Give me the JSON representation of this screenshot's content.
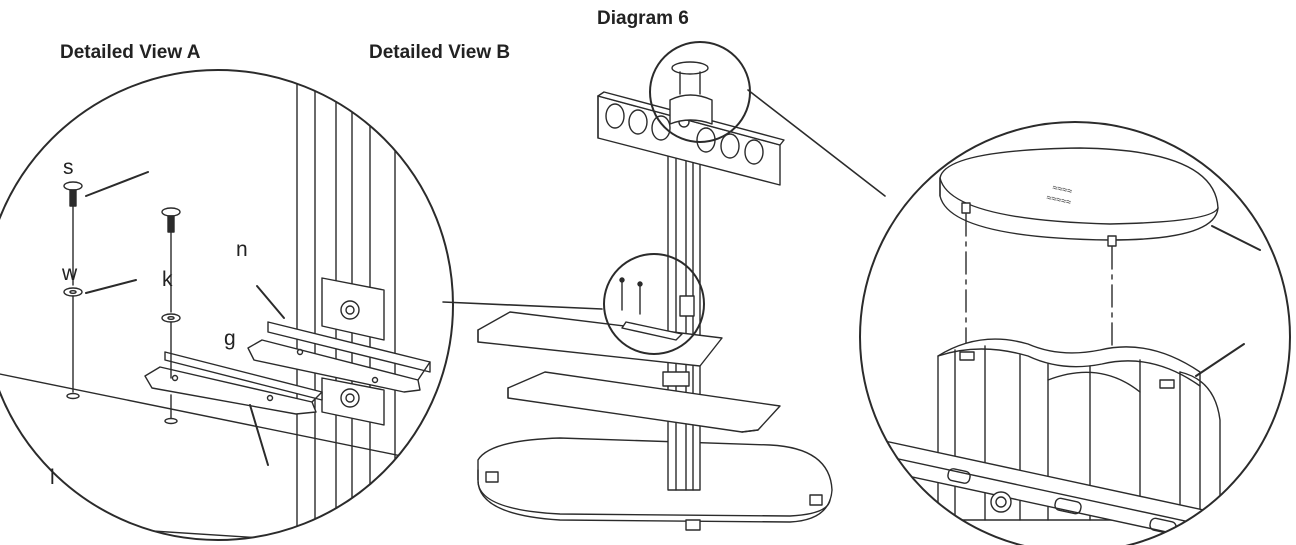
{
  "titles": {
    "diagram": "Diagram 6",
    "view_a": "Detailed View A",
    "view_b": "Detailed View B"
  },
  "part_labels": {
    "s": "s",
    "w": "w",
    "k": "k",
    "n": "n",
    "g": "g",
    "l": "l"
  },
  "colors": {
    "line": "#2b2b2b",
    "fill": "#ffffff",
    "shade": "#d9d9d9"
  }
}
